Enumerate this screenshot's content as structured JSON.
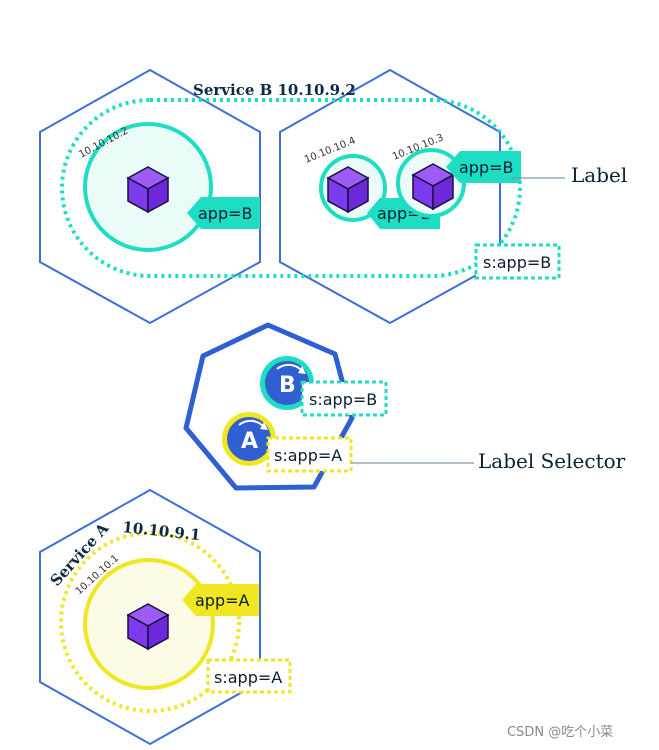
{
  "service_b": {
    "title": "Service B 10.10.9.2",
    "pod1": {
      "ip": "10.10.10.2",
      "label": "app=B"
    },
    "pod2": {
      "ip": "10.10.10.4",
      "label": "app=B"
    },
    "pod3": {
      "ip": "10.10.10.3",
      "label": "app=B"
    },
    "selector": "s:app=B"
  },
  "callouts": {
    "label": "Label",
    "label_selector": "Label Selector"
  },
  "node": {
    "svc_b_icon": "B",
    "svc_b_selector": "s:app=B",
    "svc_a_icon": "A",
    "svc_a_selector": "s:app=A"
  },
  "service_a": {
    "title_name": "Service A",
    "title_ip": "10.10.9.1",
    "pod": {
      "ip": "10.10.10.1",
      "label": "app=A"
    },
    "selector": "s:app=A"
  },
  "watermark": "CSDN @吃个小菜",
  "colors": {
    "node_blue": "#3d6fd9",
    "teal": "#1ddec3",
    "teal_fill": "#eafbf8",
    "yellow": "#f0e622",
    "yellow_fill": "#fbfbe6",
    "cube": "#7c3aed",
    "service_blue": "#2f5fd0"
  }
}
